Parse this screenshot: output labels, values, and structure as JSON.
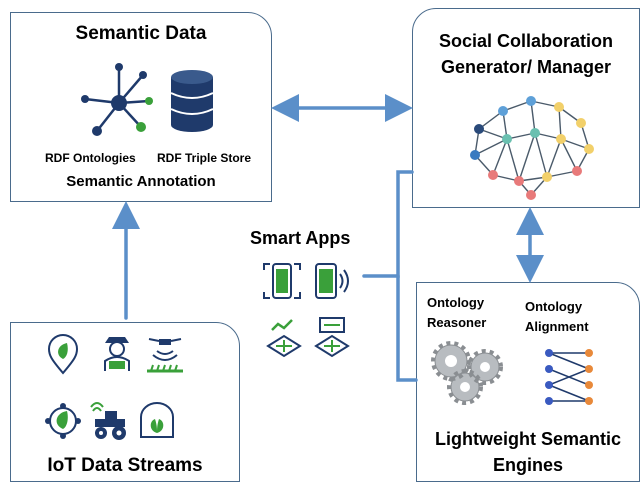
{
  "semantic_data": {
    "title": "Semantic Data",
    "rdf_ontologies": "RDF Ontologies",
    "rdf_triple_store": "RDF Triple Store",
    "semantic_annotation": "Semantic Annotation"
  },
  "social": {
    "title_line1": "Social Collaboration",
    "title_line2": "Generator/ Manager"
  },
  "smart_apps": {
    "title": "Smart Apps"
  },
  "lightweight": {
    "ontology_reasoner_line1": "Ontology",
    "ontology_reasoner_line2": "Reasoner",
    "ontology_alignment_line1": "Ontology",
    "ontology_alignment_line2": "Alignment",
    "title_line1": "Lightweight Semantic",
    "title_line2": "Engines"
  },
  "iot": {
    "title": "IoT Data Streams"
  },
  "colors": {
    "arrow": "#5b8fc9",
    "border": "#4a6b8c",
    "green": "#3aa03a",
    "navy": "#1f3a6b",
    "orange": "#e8893a"
  }
}
